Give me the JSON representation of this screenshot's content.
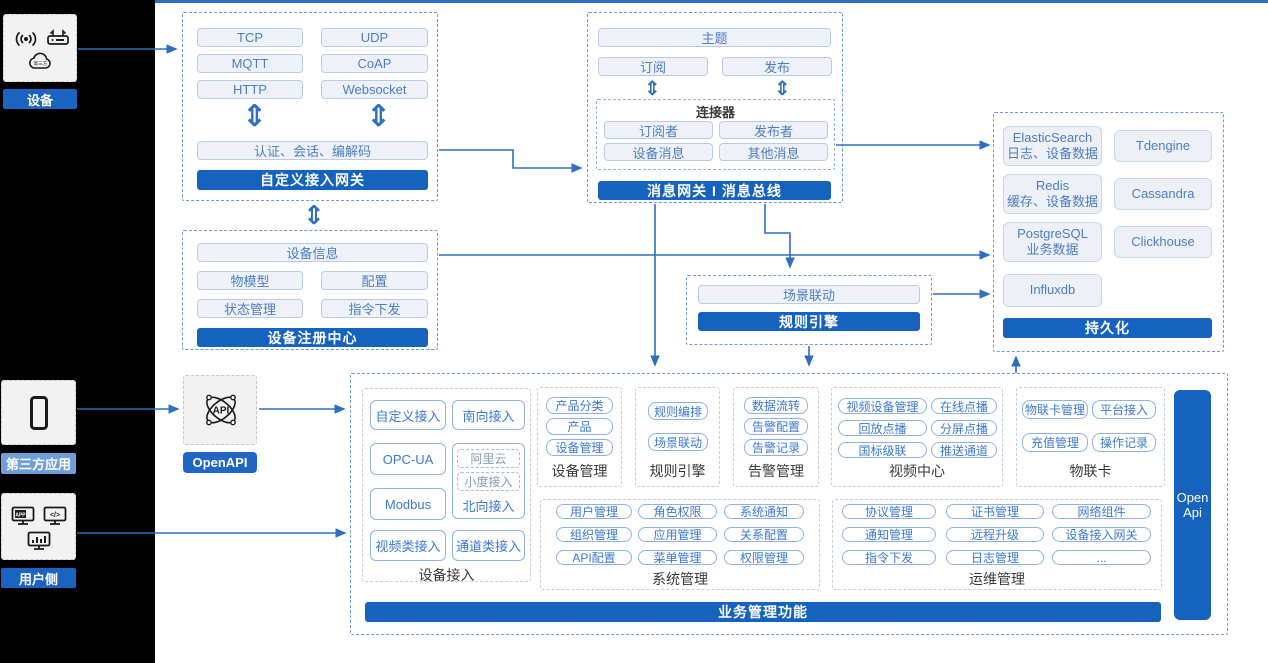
{
  "colors": {
    "accent": "#2E6FC0",
    "dark_bar": "#1563BE",
    "label_strong": "#1B63C1",
    "label_light": "#6F9FD8",
    "openapi_label": "#2166C5"
  },
  "glyphs": {
    "updown": "⇕"
  },
  "icons": {
    "cloud_text": "第三方",
    "app_text": "APP",
    "code_text": "</>",
    "api_text": "API"
  },
  "left": {
    "device": {
      "label": "设备"
    },
    "third_party": {
      "label": "第三方应用"
    },
    "user_side": {
      "label": "用户侧"
    }
  },
  "gateway": {
    "protocols": [
      "TCP",
      "UDP",
      "MQTT",
      "CoAP",
      "HTTP",
      "Websocket"
    ],
    "session": "认证、会话、编解码",
    "title": "自定义接入网关"
  },
  "message": {
    "topic": "主题",
    "subscribe": "订阅",
    "publish": "发布",
    "connector_title": "连接器",
    "connector_items": [
      "订阅者",
      "发布者",
      "设备消息",
      "其他消息"
    ],
    "title": "消息网关 I 消息总线"
  },
  "persistence": {
    "databases": [
      {
        "name": "ElasticSearch",
        "desc": "日志、设备数据"
      },
      {
        "name": "Tdengine",
        "desc": ""
      },
      {
        "name": "Redis",
        "desc": "缓存、设备数据"
      },
      {
        "name": "Cassandra",
        "desc": ""
      },
      {
        "name": "PostgreSQL",
        "desc": "业务数据"
      },
      {
        "name": "Clickhouse",
        "desc": ""
      },
      {
        "name": "Influxdb",
        "desc": ""
      }
    ],
    "title": "持久化"
  },
  "registry": {
    "info": "设备信息",
    "items": [
      "物模型",
      "配置",
      "状态管理",
      "指令下发"
    ],
    "title": "设备注册中心"
  },
  "rule": {
    "scene": "场景联动",
    "title": "规则引擎"
  },
  "openapi": {
    "label": "OpenAPI"
  },
  "platform": {
    "device_access": {
      "items": [
        "自定义接入",
        "南向接入",
        "OPC-UA",
        "Modbus",
        "视频类接入",
        "通道类接入"
      ],
      "north_label": "北向接入",
      "north_items": [
        "阿里云",
        "小度接入"
      ],
      "label": "设备接入"
    },
    "device_mgmt": {
      "items": [
        "产品分类",
        "产品",
        "设备管理"
      ],
      "label": "设备管理"
    },
    "rule_engine": {
      "items": [
        "规则编排",
        "场景联动"
      ],
      "label": "规则引擎"
    },
    "alarm": {
      "items": [
        "数据流转",
        "告警配置",
        "告警记录"
      ],
      "label": "告警管理"
    },
    "video": {
      "items": [
        "视频设备管理",
        "在线点播",
        "回放点播",
        "分屏点播",
        "国标级联",
        "推送通道"
      ],
      "label": "视频中心"
    },
    "iot_card": {
      "items": [
        "物联卡管理",
        "平台接入",
        "充值管理",
        "操作记录"
      ],
      "label": "物联卡"
    },
    "system": {
      "items": [
        "用户管理",
        "角色权限",
        "系统通知",
        "组织管理",
        "应用管理",
        "关系配置",
        "API配置",
        "菜单管理",
        "权限管理"
      ],
      "label": "系统管理"
    },
    "ops": {
      "items": [
        "协议管理",
        "证书管理",
        "网络组件",
        "通知管理",
        "远程升级",
        "设备接入网关",
        "指令下发",
        "日志管理",
        "..."
      ],
      "label": "运维管理"
    },
    "footer": "业务管理功能",
    "open_api": "Open Api"
  }
}
